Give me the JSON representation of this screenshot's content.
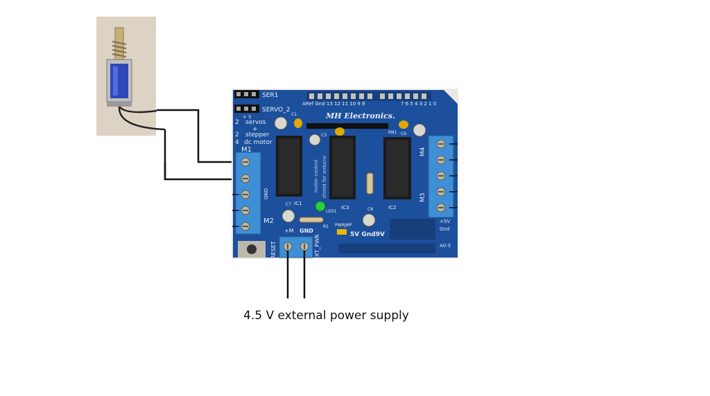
{
  "caption": "4.5 V external power supply",
  "board": {
    "brand": "MH Electronics.",
    "ser1": "SER1",
    "servo2": "SERVO_2",
    "servo_text": [
      "2",
      "servos",
      "+",
      "2",
      "stepper",
      "4",
      "dc motor"
    ],
    "plus_s": "+ S",
    "m1": "M1",
    "m2": "M2",
    "m3": "M3",
    "m4": "M4",
    "gnd_vert": "GND",
    "ic1": "IC1",
    "ic2": "IC2",
    "ic3": "IC3",
    "c1": "C1",
    "c3": "C3",
    "c6": "C6",
    "c7": "C7",
    "c8": "C8",
    "rn1": "RN1",
    "led1": "LED1",
    "r1": "R1",
    "pwr_jmp": "PWRJMP",
    "voltage": "5V Gnd9V",
    "plus_m": "+M",
    "gnd": "GND",
    "reset": "RESET",
    "ext_pwr": "EXT_PWR",
    "plus5v": "+5V",
    "gnd_right": "Gnd",
    "a0_5": "A0-5",
    "aref": "ARef Gnd 13 12 11 10 9 8",
    "digital": "7 6 5 4 3 2 1 0",
    "pcb_note_1": "motor control",
    "pcb_note_2": "shield for arduino"
  },
  "colors": {
    "pcb": "#1c4f9c",
    "terminal": "#3f8fd6",
    "wire": "#111111",
    "solenoid": "#2f47b8"
  }
}
